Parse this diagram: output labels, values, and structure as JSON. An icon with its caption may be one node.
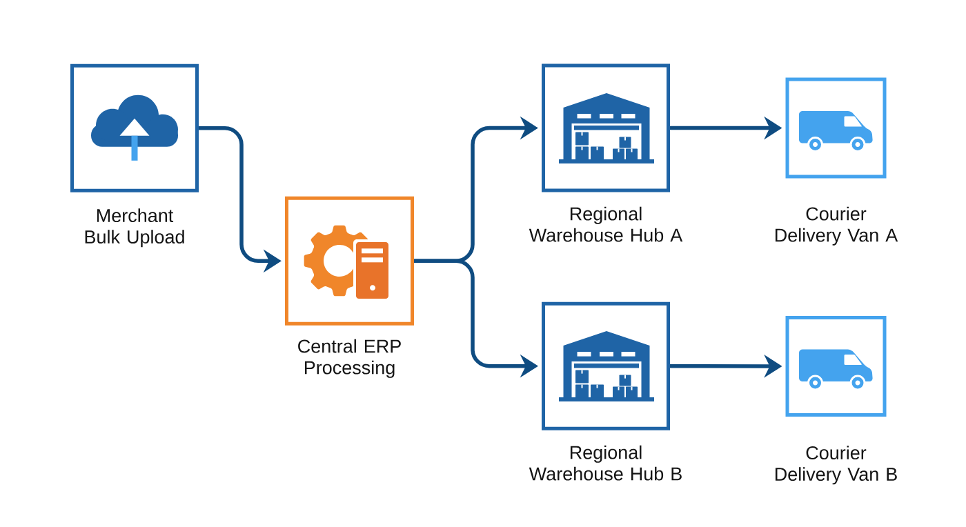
{
  "diagram": {
    "nodes": [
      {
        "text": [
          "Merchant Bulk Upload"
        ]
      },
      {
        "text": [
          "Central ERP Processing"
        ]
      },
      {
        "text": [
          "Regional Warehouse Hub A"
        ]
      },
      {
        "text": [
          "Courier Delivery Van A"
        ]
      },
      {
        "text": [
          "Regional Warehouse Hub B"
        ]
      },
      {
        "text": [
          "Courier Delivery Van B"
        ]
      }
    ],
    "edges": [
      {
        "from": 0,
        "to": 1,
        "arrow": "to"
      },
      {
        "from": 1,
        "to": 2,
        "arrow": "to"
      },
      {
        "from": 1,
        "to": 4,
        "arrow": "to"
      },
      {
        "from": 2,
        "to": 3,
        "arrow": "to"
      },
      {
        "from": 4,
        "to": 5,
        "arrow": "to"
      }
    ]
  }
}
